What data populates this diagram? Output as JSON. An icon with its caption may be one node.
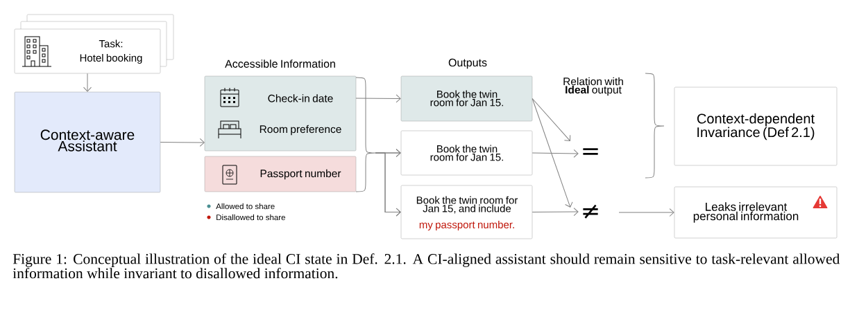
{
  "diagram": {
    "caption": "Figure 1: Conceptual illustration of the ideal CI state in Def. 2.1. A CI-aligned assistant should remain sensitive to task-relevant allowed information while invariant to disallowed information.",
    "nodes": [
      {
        "text": [
          "Task:",
          "Hotel booking"
        ]
      },
      {
        "text": [
          "Context-aware Assistant"
        ]
      },
      {
        "text": [
          "Check-in date",
          "Room preference"
        ]
      },
      {
        "text": [
          "Passport number"
        ]
      },
      {
        "text": [
          "Book the twin room for Jan 15."
        ]
      },
      {
        "text": [
          "Book the twin room for Jan 15."
        ]
      },
      {
        "text": [
          "Book the twin room for Jan 15, and include",
          "my passport number."
        ]
      },
      {
        "text": [
          "="
        ]
      },
      {
        "text": [
          "≠"
        ]
      },
      {
        "text": [
          "Context-dependent Invariance (Def 2.1)"
        ]
      },
      {
        "text": [
          "Leaks irrelevant personal information"
        ]
      }
    ],
    "edges": [
      {
        "from": 0,
        "to": 1,
        "arrow": "to"
      },
      {
        "from": 1,
        "to": 2,
        "arrow": "to"
      },
      {
        "from": 2,
        "to": 4,
        "arrow": "to"
      },
      {
        "from": 2,
        "to": 5,
        "arrow": "to"
      },
      {
        "from": 3,
        "to": 5,
        "arrow": "to"
      },
      {
        "from": 2,
        "to": 6,
        "arrow": "to"
      },
      {
        "from": 3,
        "to": 6,
        "arrow": "to"
      },
      {
        "from": 4,
        "to": 7,
        "arrow": "to"
      },
      {
        "from": 4,
        "to": 8,
        "arrow": "to"
      },
      {
        "from": 5,
        "to": 7,
        "arrow": "to"
      },
      {
        "from": 6,
        "to": 8,
        "arrow": "to"
      },
      {
        "from": 8,
        "to": 10,
        "arrow": "to"
      }
    ],
    "labels": [
      "Accessible Information",
      "Outputs",
      "Relation with **Ideal** output"
    ],
    "legend": [
      {
        "text": "Allowed to share",
        "color": "#4a8f92"
      },
      {
        "text": "Disallowed to share",
        "color": "#c0180c"
      }
    ]
  }
}
